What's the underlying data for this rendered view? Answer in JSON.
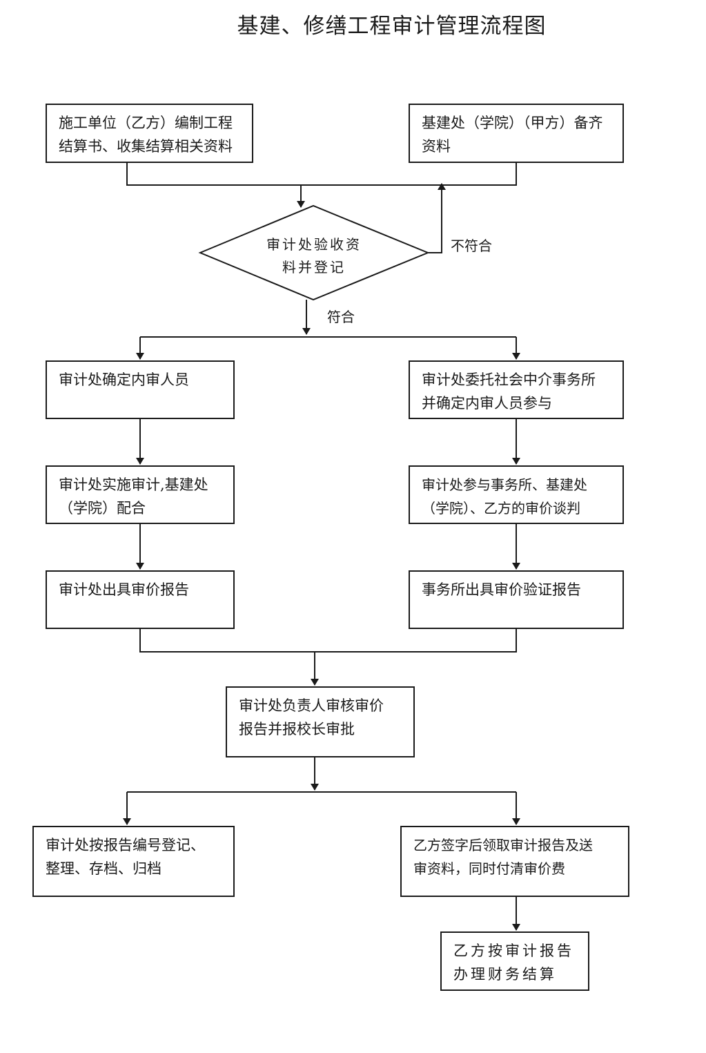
{
  "title": "基建、修缮工程审计管理流程图",
  "nodes": {
    "contractor_prepare": "施工单位（乙方）编制工程\n结算书、收集结算相关资料",
    "construction_dept_prepare": "基建处（学院）（甲方）备齐\n资料",
    "audit_check_register": "审计处验收资\n料并登记",
    "audit_assign_internal": "审计处确定内审人员",
    "audit_entrust_agency": "审计处委托社会中介事务所\n并确定内审人员参与",
    "audit_conduct": "审计处实施审计,基建处\n（学院）配合",
    "audit_join_negotiation": "审计处参与事务所、基建处\n（学院）、乙方的审价谈判",
    "audit_issue_report": "审计处出具审价报告",
    "agency_issue_report": "事务所出具审价验证报告",
    "head_review_approval": "审计处负责人审核审价\n报告并报校长审批",
    "audit_register_archive": "审计处按报告编号登记、\n整理、存档、归档",
    "contractor_sign_pay": "乙方签字后领取审计报告及送\n审资料，同时付清审价费",
    "contractor_settlement": "乙方按审计报告\n办理财务结算"
  },
  "labels": {
    "not_compliant": "不符合",
    "compliant": "符合"
  }
}
